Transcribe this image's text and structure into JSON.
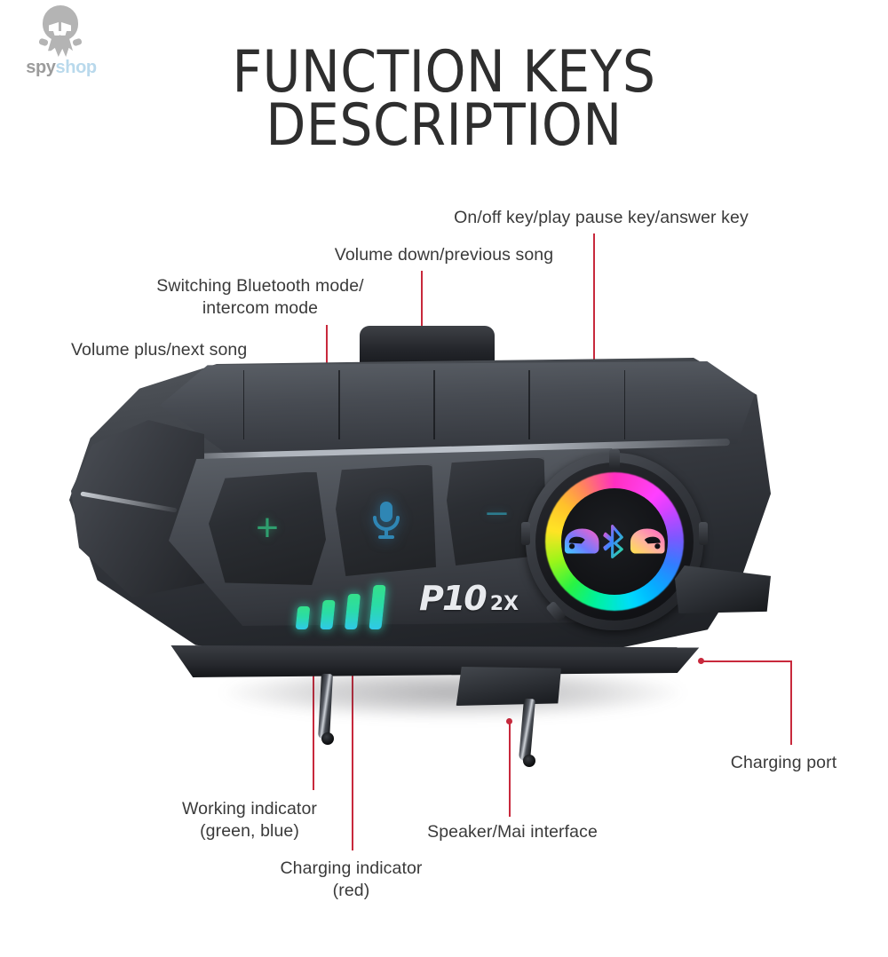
{
  "logo": {
    "name": "spyshop-logo",
    "word_primary": "spy",
    "word_secondary": "shop",
    "color_primary": "#9c9c9c",
    "color_secondary": "#b9d9ec",
    "mascot_icon": "ninja-mascot-icon"
  },
  "title": {
    "line1": "FUNCTION KEYS",
    "line2": "DESCRIPTION",
    "color": "#2e2e2e"
  },
  "colors": {
    "leader_line": "#c8293c",
    "body_dark": "#26292e",
    "body_mid": "#44484e",
    "body_light": "#5b6067",
    "led_green": "#35e08a",
    "led_cyan": "#2fc9e8",
    "glyph_green": "#2f9e6e",
    "glyph_blue": "#2f86b4",
    "glyph_teal": "#2c7c8e",
    "background": "#ffffff"
  },
  "product": {
    "model": "P10",
    "variant": "2X"
  },
  "callouts": [
    {
      "id": "volume-plus",
      "text": "Volume plus/next song",
      "align": "left",
      "target": "volume-up-button"
    },
    {
      "id": "bluetooth-mode",
      "text": "Switching Bluetooth mode/\nintercom mode",
      "align": "center",
      "target": "mode-button"
    },
    {
      "id": "volume-down",
      "text": "Volume down/previous song",
      "align": "center",
      "target": "volume-down-button"
    },
    {
      "id": "power-key",
      "text": "On/off key/play pause key/answer key",
      "align": "center",
      "target": "rgb-dial"
    },
    {
      "id": "working-indicator",
      "text": "Working indicator\n(green, blue)",
      "align": "center",
      "target": "led-bars"
    },
    {
      "id": "charging-indicator",
      "text": "Charging indicator\n(red)",
      "align": "center",
      "target": "led-bars"
    },
    {
      "id": "speaker-mic",
      "text": "Speaker/Mai interface",
      "align": "center",
      "target": "usb-block"
    },
    {
      "id": "charging-port",
      "text": "Charging port",
      "align": "center",
      "target": "charge-flap"
    }
  ],
  "buttons": {
    "volume_up_glyph": "+",
    "volume_down_glyph": "–",
    "mode_glyph": "microphone-icon"
  },
  "dial": {
    "icons": [
      "helmet-left-icon",
      "bluetooth-icon",
      "helmet-right-icon"
    ],
    "ring_style": "rgb-rainbow-conic-gradient"
  },
  "led_bars": {
    "count": 4,
    "colors": [
      "#35e08a",
      "#2fc9e8"
    ]
  }
}
